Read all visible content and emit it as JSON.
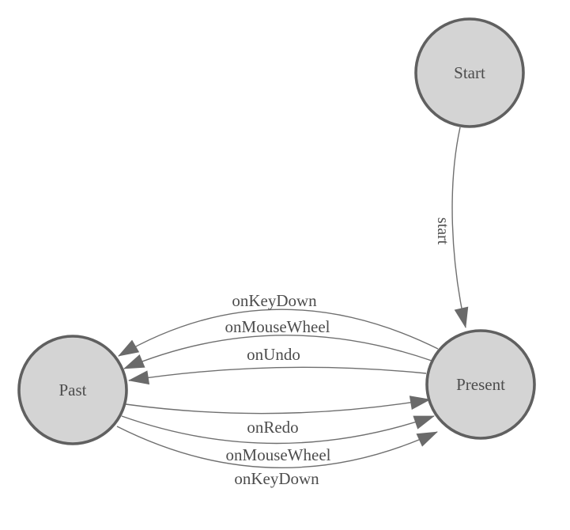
{
  "diagram": {
    "type": "state-machine",
    "background": "#ffffff",
    "colors": {
      "node_fill": "#d4d4d4",
      "node_border": "#606060",
      "edge_line": "#6f6f6f",
      "arrowhead": "#6a6a6a",
      "text": "#4d4d4d"
    },
    "nodes": {
      "start": {
        "label": "Start"
      },
      "present": {
        "label": "Present"
      },
      "past": {
        "label": "Past"
      }
    },
    "edges": {
      "start_to_present": {
        "from": "Start",
        "to": "Present",
        "label": "start"
      },
      "present_to_past": [
        {
          "from": "Present",
          "to": "Past",
          "label": "onKeyDown"
        },
        {
          "from": "Present",
          "to": "Past",
          "label": "onMouseWheel"
        },
        {
          "from": "Present",
          "to": "Past",
          "label": "onUndo"
        }
      ],
      "past_to_present": [
        {
          "from": "Past",
          "to": "Present",
          "label": "onRedo"
        },
        {
          "from": "Past",
          "to": "Present",
          "label": "onMouseWheel"
        },
        {
          "from": "Past",
          "to": "Present",
          "label": "onKeyDown"
        }
      ]
    }
  }
}
